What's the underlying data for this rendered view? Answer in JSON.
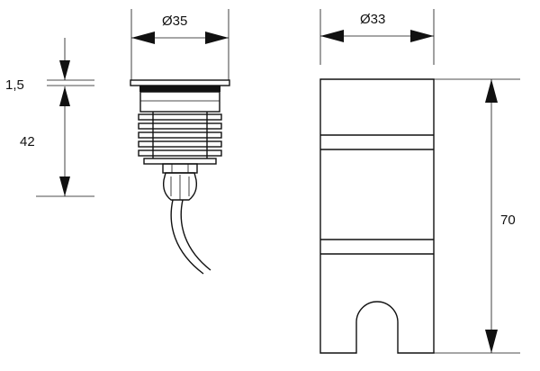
{
  "dimensions": {
    "flange_thickness": "1,5",
    "body_height": "42",
    "diameter_fixture": "Ø35",
    "diameter_sleeve": "Ø33",
    "sleeve_height": "70"
  },
  "colors": {
    "line": "#111111",
    "background": "#ffffff"
  }
}
